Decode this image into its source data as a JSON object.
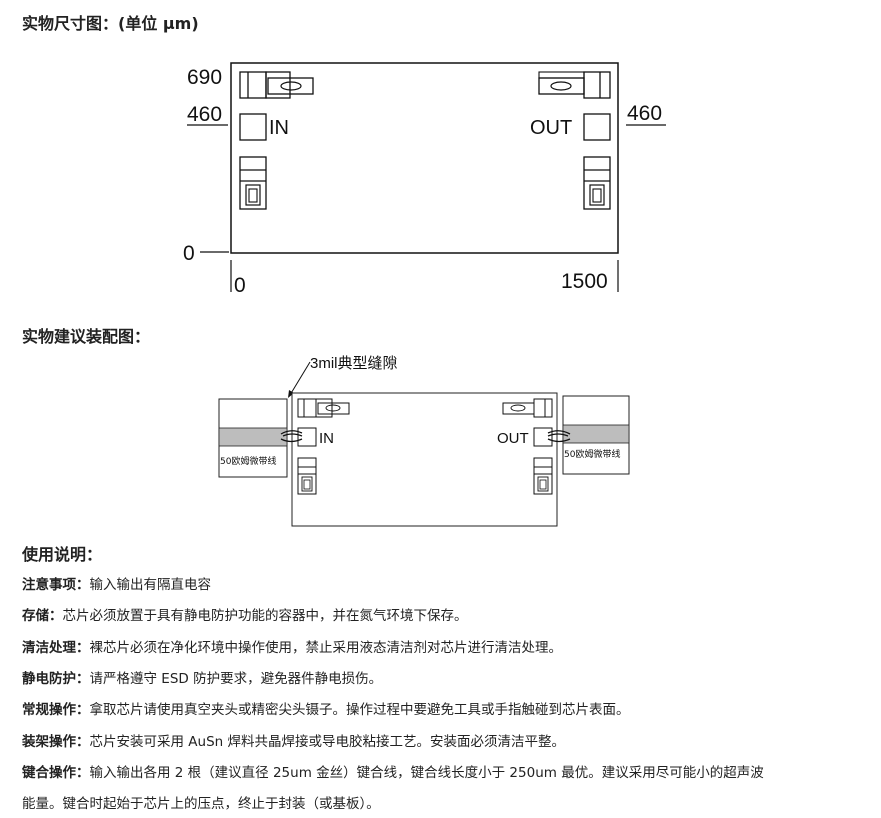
{
  "section1": {
    "title": "实物尺寸图：(单位 μm)",
    "y_top": "690",
    "y_mid": "460",
    "y_zero": "0",
    "x_zero": "0",
    "x_end": "1500",
    "right_mark": "460",
    "port_in": "IN",
    "port_out": "OUT"
  },
  "section2": {
    "title": "实物建议装配图：",
    "gap_note": "3mil典型缝隙",
    "microstrip_left": "50欧姆微带线",
    "microstrip_right": "50欧姆微带线",
    "port_in": "IN",
    "port_out": "OUT"
  },
  "section3": {
    "title": "使用说明：",
    "items": [
      {
        "label": "注意事项",
        "sep": "：",
        "text": "输入输出有隔直电容"
      },
      {
        "label": "存储",
        "sep": "：",
        "text": "芯片必须放置于具有静电防护功能的容器中，并在氮气环境下保存。"
      },
      {
        "label": "清洁处理",
        "sep": "：",
        "text": "裸芯片必须在净化环境中操作使用，禁止采用液态清洁剂对芯片进行清洁处理。"
      },
      {
        "label": "静电防护",
        "sep": "：",
        "text": "请严格遵守 ESD 防护要求，避免器件静电损伤。"
      },
      {
        "label": "常规操作",
        "sep": "：",
        "text": "拿取芯片请使用真空夹头或精密尖头镊子。操作过程中要避免工具或手指触碰到芯片表面。"
      },
      {
        "label": "装架操作",
        "sep": "：",
        "text": "芯片安装可采用 AuSn 焊料共晶焊接或导电胶粘接工艺。安装面必须清洁平整。"
      },
      {
        "label": "键合操作",
        "sep": "：",
        "text": "输入输出各用 2 根（建议直径 25um 金丝）键合线，键合线长度小于 250um 最优。建议采用尽可能小的超声波"
      }
    ],
    "continuation": "能量。键合时起始于芯片上的压点，终止于封装（或基板）。"
  }
}
